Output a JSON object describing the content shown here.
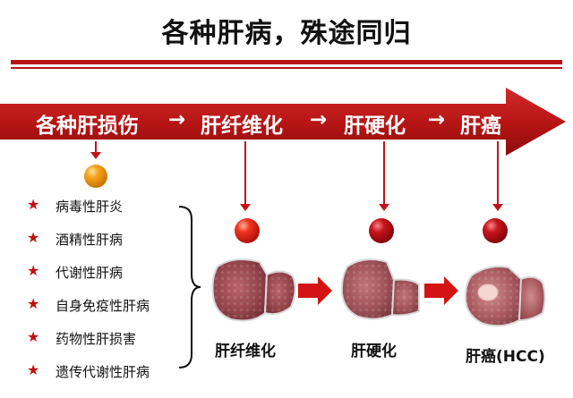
{
  "title": "各种肝病，殊途同归",
  "stages": [
    "各种肝损伤",
    "肝纤维化",
    "肝硬化",
    "肝癌"
  ],
  "arrow_symbol": "→",
  "causes": [
    "病毒性肝炎",
    "酒精性肝病",
    "代谢性肝病",
    "自身免疫性肝病",
    "药物性肝损害",
    "遗传代谢性肝病"
  ],
  "star_symbol": "★",
  "captions": [
    "肝纤维化",
    "肝硬化",
    "肝癌(HCC)"
  ],
  "colors": {
    "accent": "#b81616",
    "orange_ball": "#f39c12",
    "red_ball": "#e2231a",
    "dark_red_ball": "#c0141c"
  }
}
